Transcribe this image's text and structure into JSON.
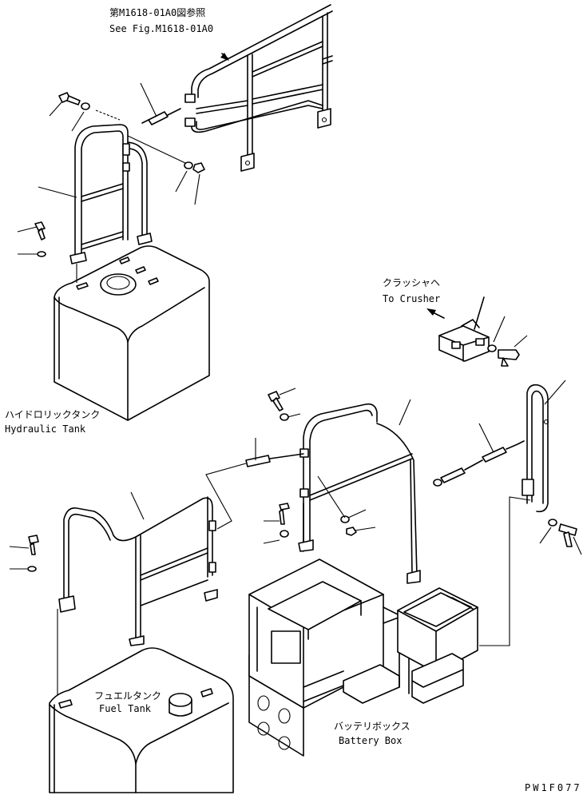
{
  "reference": {
    "line_jp": "第M1618-01A0図参照",
    "line_en": "See Fig.M1618-01A0"
  },
  "labels": {
    "crusher_jp": "クラッシャヘ",
    "crusher_en": "To Crusher",
    "hydraulic_jp": "ハイドロリックタンク",
    "hydraulic_en": "Hydraulic Tank",
    "fuel_jp": "フュエルタンク",
    "fuel_en": "Fuel Tank",
    "battery_jp": "バッテリボックス",
    "battery_en": "Battery Box"
  },
  "drawing_code": "PW1F077"
}
